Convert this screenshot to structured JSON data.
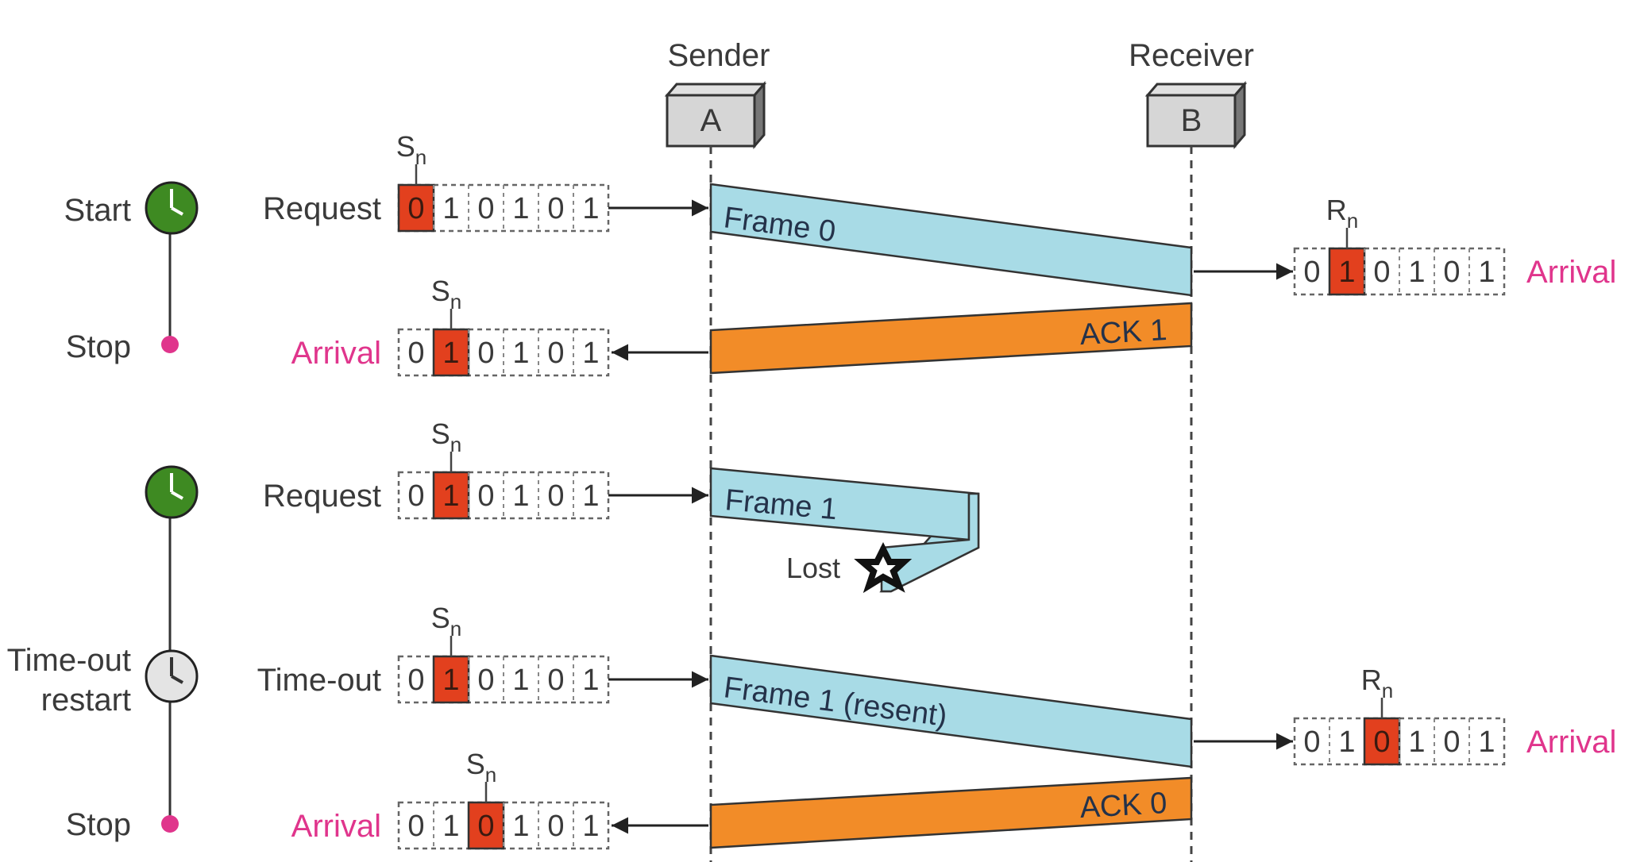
{
  "stations": [
    {
      "role": "Sender",
      "name": "A"
    },
    {
      "role": "Receiver",
      "name": "B"
    }
  ],
  "timers": {
    "start": "Start",
    "stop": "Stop",
    "timeout_restart_line1": "Time-out",
    "timeout_restart_line2": "restart"
  },
  "variables": {
    "sender": "S",
    "receiver": "R",
    "subscript": "n"
  },
  "events": [
    {
      "label": "Request",
      "bits": [
        "0",
        "1",
        "0",
        "1",
        "0",
        "1"
      ],
      "highlight": 0,
      "label_color": "#3a3a3a",
      "pointer": "S"
    },
    {
      "label": "Arrival",
      "bits": [
        "0",
        "1",
        "0",
        "1",
        "0",
        "1"
      ],
      "highlight": 1,
      "label_color": "#e0358c",
      "pointer": "S"
    },
    {
      "label": "Request",
      "bits": [
        "0",
        "1",
        "0",
        "1",
        "0",
        "1"
      ],
      "highlight": 1,
      "label_color": "#3a3a3a",
      "pointer": "S"
    },
    {
      "label": "Time-out",
      "bits": [
        "0",
        "1",
        "0",
        "1",
        "0",
        "1"
      ],
      "highlight": 1,
      "label_color": "#3a3a3a",
      "pointer": "S"
    },
    {
      "label": "Arrival",
      "bits": [
        "0",
        "1",
        "0",
        "1",
        "0",
        "1"
      ],
      "highlight": 2,
      "label_color": "#e0358c",
      "pointer": "S"
    }
  ],
  "receiver_events": [
    {
      "label": "Arrival",
      "bits": [
        "0",
        "1",
        "0",
        "1",
        "0",
        "1"
      ],
      "highlight": 1,
      "label_color": "#e0358c",
      "pointer": "R"
    },
    {
      "label": "Arrival",
      "bits": [
        "0",
        "1",
        "0",
        "1",
        "0",
        "1"
      ],
      "highlight": 2,
      "label_color": "#e0358c",
      "pointer": "R"
    }
  ],
  "frames": [
    {
      "label": "Frame 0",
      "kind": "data"
    },
    {
      "label": "ACK 1",
      "kind": "ack"
    },
    {
      "label": "Frame 1",
      "kind": "data-lost"
    },
    {
      "label": "Frame 1 (resent)",
      "kind": "data"
    },
    {
      "label": "ACK 0",
      "kind": "ack"
    }
  ],
  "lost_label": "Lost",
  "colors": {
    "data_frame": "#a8dbe6",
    "ack_frame": "#f28c28",
    "highlight_bit": "#e2401e",
    "timer_green": "#3e8a22",
    "timer_gray": "#e4e4e4",
    "stop_dot": "#e0358c",
    "arrival_text": "#e0358c"
  }
}
